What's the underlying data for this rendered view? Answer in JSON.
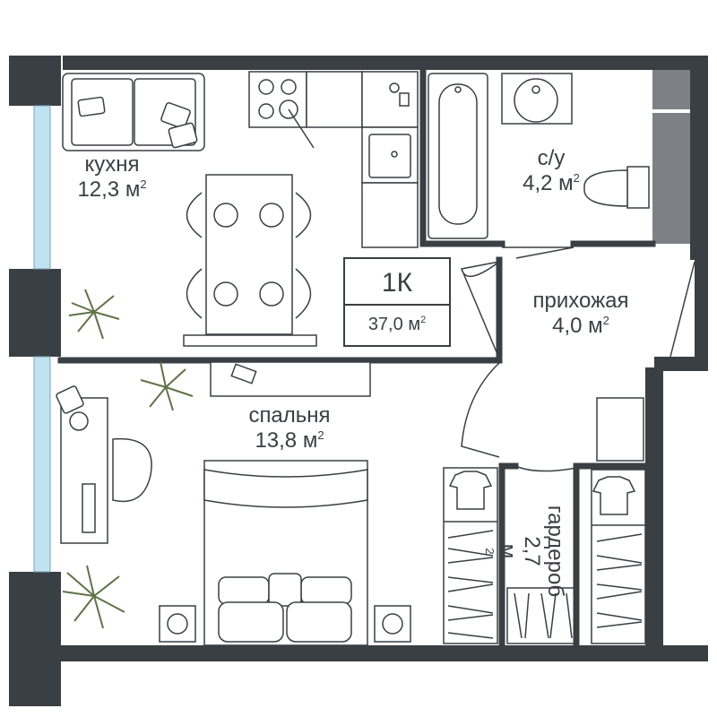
{
  "colors": {
    "wall": "#3a3f44",
    "line": "#3a3f44",
    "window": "#bfe3f0",
    "plant": "#8d9e6a",
    "plant_dark": "#5f7248",
    "floor": "#ffffff"
  },
  "apartment": {
    "type": "1К",
    "total_area": "37,0",
    "unit": "м"
  },
  "rooms": {
    "kitchen": {
      "name": "кухня",
      "area": "12,3",
      "unit": "м"
    },
    "bathroom": {
      "name": "с/у",
      "area": "4,2",
      "unit": "м"
    },
    "hallway": {
      "name": "прихожая",
      "area": "4,0",
      "unit": "м"
    },
    "bedroom": {
      "name": "спальня",
      "area": "13,8",
      "unit": "м"
    },
    "wardrobe": {
      "name": "гардероб",
      "area": "2,7",
      "unit": "м"
    }
  },
  "superscript": "2",
  "icons": [
    "sofa-icon",
    "stove-icon",
    "sink-icon",
    "dining-table-icon",
    "bathtub-icon",
    "washbasin-icon",
    "toilet-icon",
    "bed-icon",
    "desk-icon",
    "plant-icon",
    "shirt-icon",
    "hanger-rail-icon",
    "shoe-rack-icon"
  ]
}
